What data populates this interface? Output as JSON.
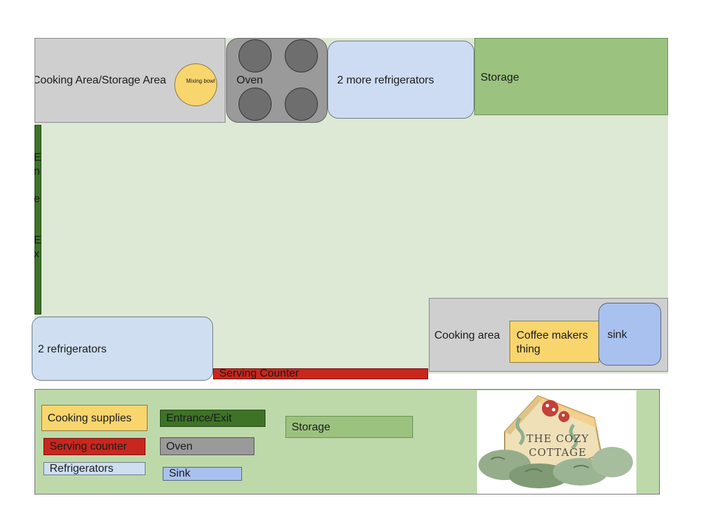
{
  "floor_plan": {
    "cooking_storage_area": "Cooking Area/Storage Area",
    "mixing_bowl": "Mixing bowl",
    "oven": "Oven",
    "two_more_refrigerators": "2 more refrigerators",
    "storage": "Storage",
    "entrance_fragments": [
      "E",
      "n",
      "e",
      "E",
      "x"
    ],
    "two_refrigerators": "2 refrigerators",
    "serving_counter": "Serving Counter",
    "cooking_area": "Cooking area",
    "coffee_makers": "Coffee makers thing",
    "sink": "sink"
  },
  "legend": {
    "cooking_supplies": "Cooking supplies",
    "serving_counter": "Serving counter",
    "refrigerators": "Refrigerators",
    "entrance_exit": "Entrance/Exit",
    "oven": "Oven",
    "sink": "Sink",
    "storage": "Storage"
  },
  "logo": {
    "text": "THE COZY COTTAGE"
  },
  "colors": {
    "floor": "#dde8d5",
    "cooking_supplies": "#f9d56e",
    "serving_counter": "#c8271e",
    "refrigerators": "#cfdff1",
    "entrance_exit": "#3e7327",
    "oven": "#9a9a9a",
    "sink": "#a9c1ee",
    "storage": "#9cc27f",
    "legend_bg": "#bdd9aa"
  }
}
